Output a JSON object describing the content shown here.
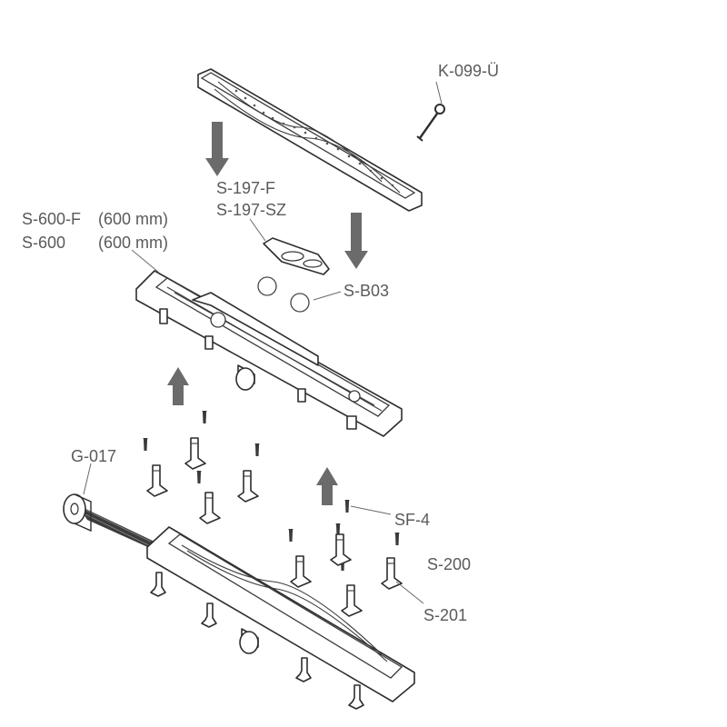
{
  "diagram": {
    "labels": {
      "k099": "K-099-Ü",
      "s197f": "S-197-F",
      "s197sz": "S-197-SZ",
      "s600f": "S-600-F",
      "s600f_len": "(600 mm)",
      "s600": "S-600",
      "s600_len": "(600 mm)",
      "sb03": "S-B03",
      "g017": "G-017",
      "sf4": "SF-4",
      "s200": "S-200",
      "s201": "S-201"
    },
    "colors": {
      "line": "#2e2e2e",
      "arrow": "#6b6b6b",
      "label": "#5a5a5a"
    }
  }
}
